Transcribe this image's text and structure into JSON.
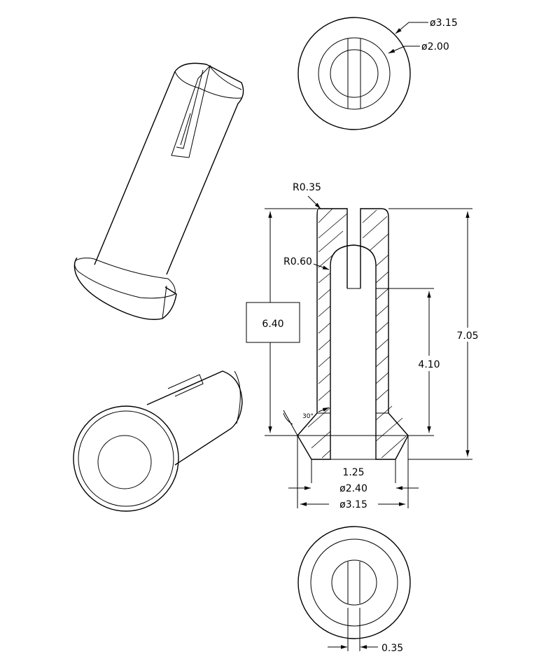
{
  "dimensions": {
    "top_outer_dia": "ø3.15",
    "top_inner_dia": "ø2.00",
    "radius_top": "R0.35",
    "radius_inner": "R0.60",
    "boxed_length": "6.40",
    "overall_length": "7.05",
    "slot_length": "4.10",
    "chamfer_angle": "30°",
    "bore_dia": "1.25",
    "flange_inner_dia": "ø2.40",
    "flange_outer_dia": "ø3.15",
    "slot_width": "0.35"
  }
}
